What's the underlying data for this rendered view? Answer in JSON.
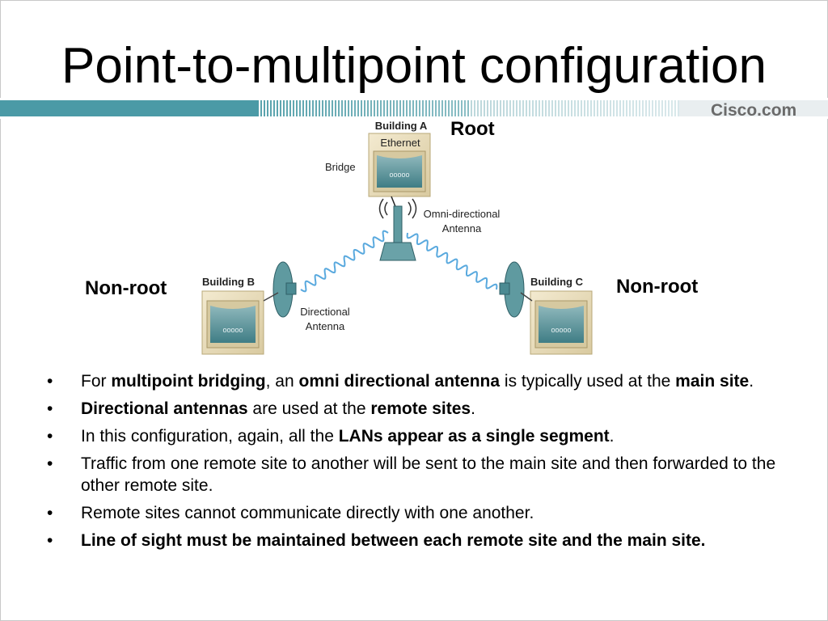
{
  "slide": {
    "title": "Point-to-multipoint configuration",
    "brand": "Cisco.com"
  },
  "diagram": {
    "root_label": "Root",
    "nonroot_left": "Non-root",
    "nonroot_right": "Non-root",
    "building_a": "Building A",
    "ethernet": "Ethernet",
    "bridge": "Bridge",
    "omni_line1": "Omni-directional",
    "omni_line2": "Antenna",
    "building_b": "Building B",
    "building_c": "Building C",
    "directional_line1": "Directional",
    "directional_line2": "Antenna"
  },
  "bullets": [
    {
      "parts": [
        {
          "t": "For ",
          "b": false
        },
        {
          "t": "multipoint bridging",
          "b": true
        },
        {
          "t": ", an ",
          "b": false
        },
        {
          "t": "omni directional antenna",
          "b": true
        },
        {
          "t": " is typically used at the ",
          "b": false
        },
        {
          "t": "main site",
          "b": true
        },
        {
          "t": ".",
          "b": false
        }
      ]
    },
    {
      "parts": [
        {
          "t": "Directional antennas",
          "b": true
        },
        {
          "t": " are used at the ",
          "b": false
        },
        {
          "t": "remote sites",
          "b": true
        },
        {
          "t": ".",
          "b": false
        }
      ]
    },
    {
      "parts": [
        {
          "t": "In this configuration, again, all the ",
          "b": false
        },
        {
          "t": "LANs appear as a single segment",
          "b": true
        },
        {
          "t": ".",
          "b": false
        }
      ]
    },
    {
      "parts": [
        {
          "t": "Traffic from one remote site to another will be sent to the main site and then forwarded to the other remote site.",
          "b": false
        }
      ]
    },
    {
      "parts": [
        {
          "t": "Remote sites cannot communicate directly with one another.",
          "b": false
        }
      ]
    },
    {
      "parts": [
        {
          "t": "Line of sight must be maintained between each remote site and the main site.",
          "b": true
        }
      ]
    }
  ],
  "bullet_symbol": "•",
  "colors": {
    "band": "#4b9aa6",
    "antenna": "#5f9aa0",
    "building_fill": "#efe4c2",
    "wave": "#59a9de"
  }
}
